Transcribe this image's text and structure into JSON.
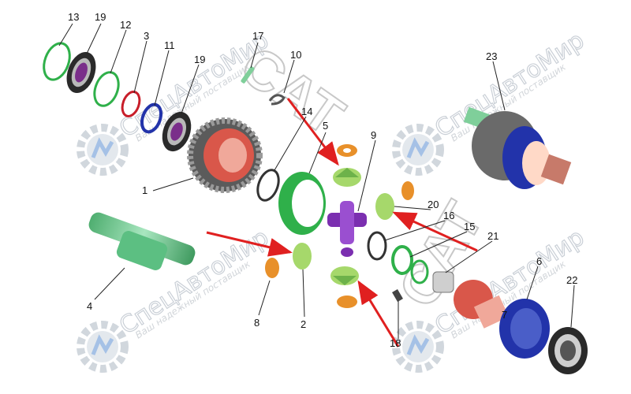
{
  "watermark": {
    "brand": "СпецАвтоМир",
    "slogan": "Ваш надежный поставщик",
    "stamp_text": "CAT",
    "logo_icon": "gear-logo-icon"
  },
  "callouts": [
    {
      "id": "13",
      "label": "13"
    },
    {
      "id": "19a",
      "label": "19"
    },
    {
      "id": "12",
      "label": "12"
    },
    {
      "id": "3",
      "label": "3"
    },
    {
      "id": "11",
      "label": "11"
    },
    {
      "id": "19b",
      "label": "19"
    },
    {
      "id": "17",
      "label": "17"
    },
    {
      "id": "10",
      "label": "10"
    },
    {
      "id": "14",
      "label": "14"
    },
    {
      "id": "5",
      "label": "5"
    },
    {
      "id": "9",
      "label": "9"
    },
    {
      "id": "1",
      "label": "1"
    },
    {
      "id": "23",
      "label": "23"
    },
    {
      "id": "20",
      "label": "20"
    },
    {
      "id": "16",
      "label": "16"
    },
    {
      "id": "15",
      "label": "15"
    },
    {
      "id": "21",
      "label": "21"
    },
    {
      "id": "6",
      "label": "6"
    },
    {
      "id": "22",
      "label": "22"
    },
    {
      "id": "4",
      "label": "4"
    },
    {
      "id": "8",
      "label": "8"
    },
    {
      "id": "2",
      "label": "2"
    },
    {
      "id": "18",
      "label": "18"
    },
    {
      "id": "7",
      "label": "7"
    }
  ],
  "colors": {
    "ring_green": "#2fb04a",
    "ring_red": "#c81e2a",
    "ring_blue": "#2233aa",
    "gear_gray": "#8a8a8a",
    "gear_red": "#d9574a",
    "spider_purple": "#7b2fb0",
    "shaft_green": "#7fcf9a",
    "washer_orange": "#e8902a",
    "arrow_red": "#e02020",
    "bevel_green": "#a6d86b"
  }
}
